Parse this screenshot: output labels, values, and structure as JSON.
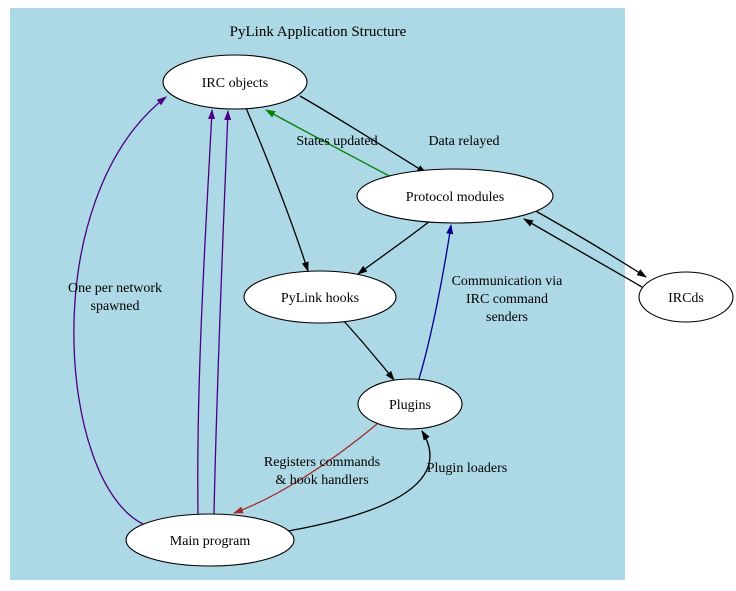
{
  "title": "PyLink Application Structure",
  "nodes": {
    "irc_objects": "IRC objects",
    "protocol_modules": "Protocol modules",
    "pylink_hooks": "PyLink hooks",
    "plugins": "Plugins",
    "main_program": "Main program",
    "ircds": "IRCds"
  },
  "edge_labels": {
    "data_relayed": "Data relayed",
    "states_updated": "States updated",
    "one_per_network": [
      "One per network",
      "spawned"
    ],
    "communication": [
      "Communication via",
      "IRC command",
      "senders"
    ],
    "registers": [
      "Registers commands",
      "& hook handlers"
    ],
    "plugin_loaders": "Plugin loaders"
  },
  "colors": {
    "canvas_background": "#add8e6",
    "node_fill": "#ffffff",
    "node_stroke": "#000000",
    "edge_default": "#000000",
    "edge_states_updated": "#008000",
    "edge_one_per_network": "#4b0082",
    "edge_communication": "#00008b",
    "edge_registers": "#a52a2a"
  }
}
